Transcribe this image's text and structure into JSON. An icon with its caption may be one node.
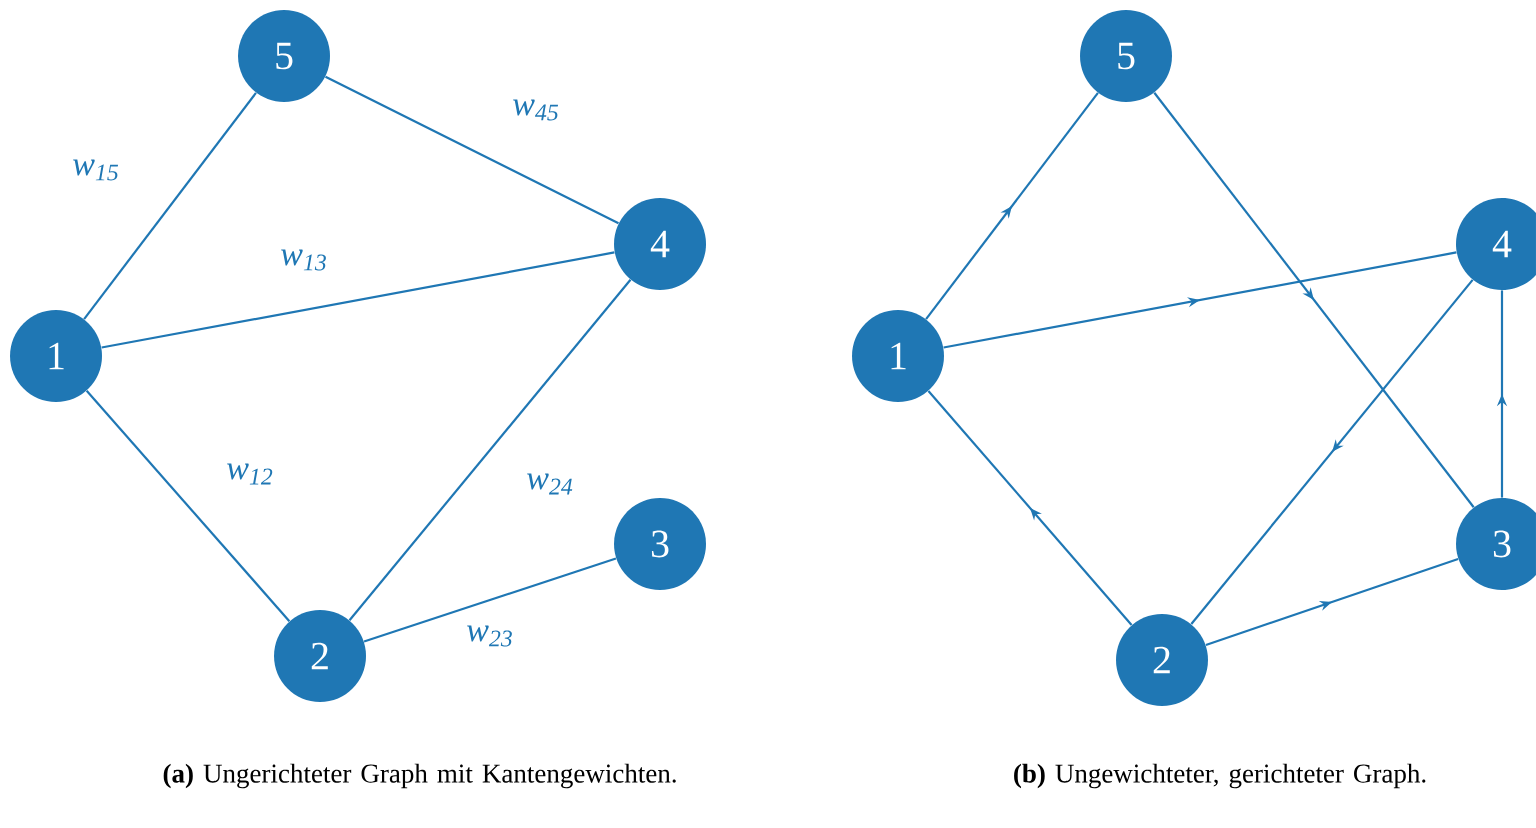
{
  "diagram": {
    "nodes": [
      {
        "text": [
          "1"
        ]
      },
      {
        "text": [
          "2"
        ]
      },
      {
        "text": [
          "3"
        ]
      },
      {
        "text": [
          "4"
        ]
      },
      {
        "text": [
          "5"
        ]
      },
      {
        "text": [
          "1"
        ]
      },
      {
        "text": [
          "2"
        ]
      },
      {
        "text": [
          "3"
        ]
      },
      {
        "text": [
          "4"
        ]
      },
      {
        "text": [
          "5"
        ]
      }
    ],
    "edges": [
      {
        "from": 0,
        "to": 4,
        "arrow": "none",
        "label": "w$_{15}$"
      },
      {
        "from": 4,
        "to": 3,
        "arrow": "none",
        "label": "w$_{45}$"
      },
      {
        "from": 0,
        "to": 3,
        "arrow": "none",
        "label": "w$_{13}$"
      },
      {
        "from": 0,
        "to": 1,
        "arrow": "none",
        "label": "w$_{12}$"
      },
      {
        "from": 1,
        "to": 3,
        "arrow": "none",
        "label": "w$_{24}$"
      },
      {
        "from": 1,
        "to": 2,
        "arrow": "none",
        "label": "w$_{23}$"
      },
      {
        "from": 5,
        "to": 9,
        "arrow": "to"
      },
      {
        "from": 5,
        "to": 8,
        "arrow": "to"
      },
      {
        "from": 9,
        "to": 7,
        "arrow": "to"
      },
      {
        "from": 8,
        "to": 6,
        "arrow": "to"
      },
      {
        "from": 7,
        "to": 8,
        "arrow": "to"
      },
      {
        "from": 6,
        "to": 5,
        "arrow": "to"
      },
      {
        "from": 6,
        "to": 7,
        "arrow": "to"
      }
    ],
    "labels": [
      "**(a)** Ungerichteter Graph mit Kantengewichten.",
      "**(b)** Ungewichteter, gerichteter Graph."
    ]
  }
}
